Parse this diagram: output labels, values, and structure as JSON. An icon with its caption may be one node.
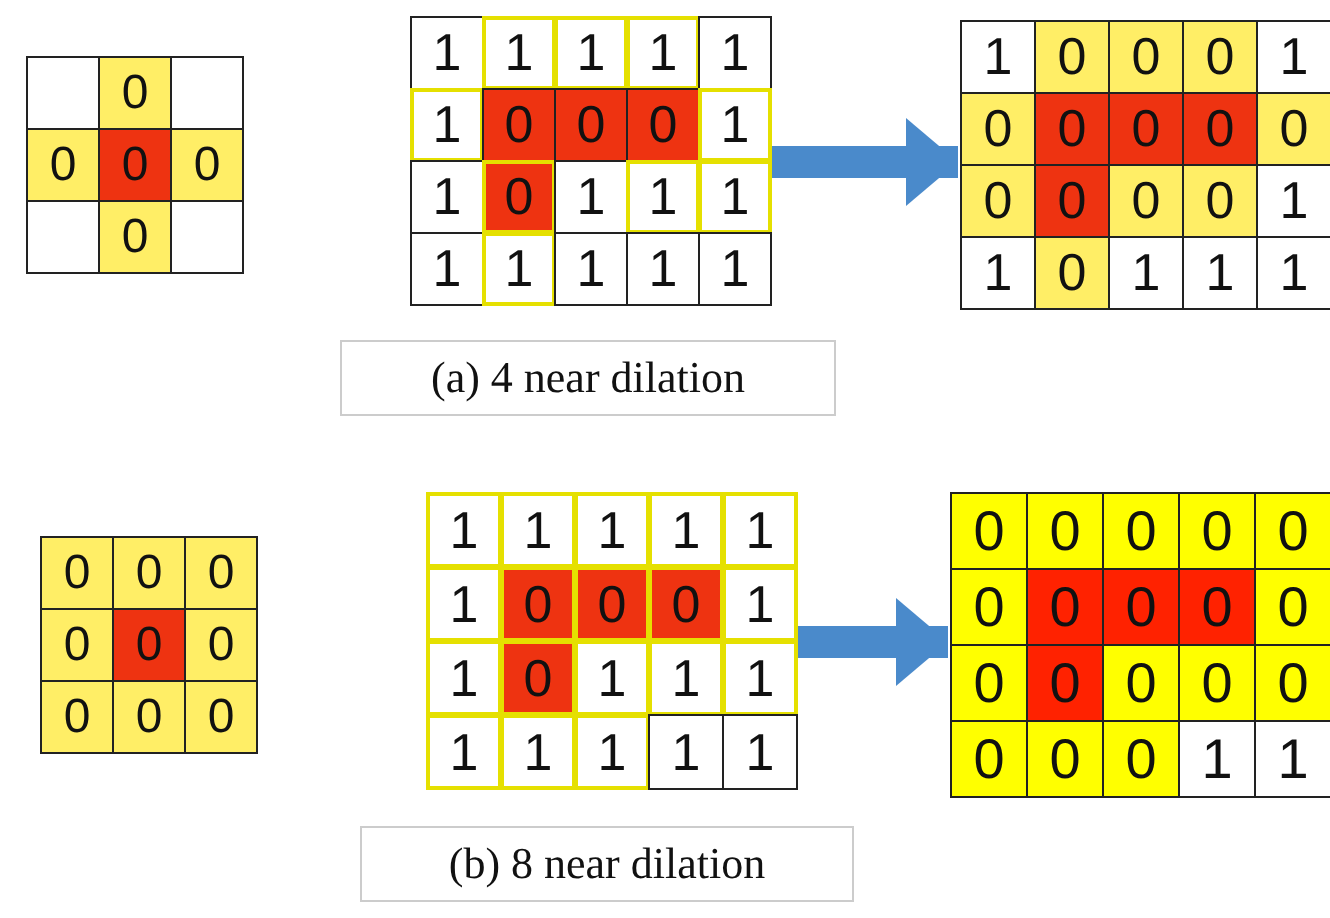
{
  "diagram": {
    "nodes": [
      {
        "text": [
          "0",
          "0",
          "0",
          "0",
          "0"
        ]
      },
      {
        "text": [
          "1",
          "1",
          "1",
          "1",
          "1",
          "1",
          "0",
          "0",
          "0",
          "1",
          "1",
          "0",
          "1",
          "1",
          "1",
          "1",
          "1",
          "1",
          "1",
          "1"
        ]
      },
      {
        "text": [
          "1",
          "0",
          "0",
          "0",
          "1",
          "0",
          "0",
          "0",
          "0",
          "0",
          "0",
          "0",
          "0",
          "0",
          "1",
          "1",
          "0",
          "1",
          "1",
          "1"
        ]
      },
      {
        "text": [
          "0",
          "0",
          "0",
          "0",
          "0",
          "0",
          "0",
          "0",
          "0"
        ]
      },
      {
        "text": [
          "1",
          "1",
          "1",
          "1",
          "1",
          "1",
          "0",
          "0",
          "0",
          "1",
          "1",
          "0",
          "1",
          "1",
          "1",
          "1",
          "1",
          "1",
          "1",
          "1"
        ]
      },
      {
        "text": [
          "0",
          "0",
          "0",
          "0",
          "0",
          "0",
          "0",
          "0",
          "0",
          "0",
          "0",
          "0",
          "0",
          "0",
          "0",
          "0",
          "0",
          "0",
          "1",
          "1"
        ]
      }
    ],
    "edges": [
      {
        "from": 1,
        "to": 2,
        "arrow": "to"
      },
      {
        "from": 4,
        "to": 5,
        "arrow": "to"
      }
    ],
    "labels": [
      "(a) 4 near dilation",
      "(b) 8 near dilation"
    ]
  }
}
